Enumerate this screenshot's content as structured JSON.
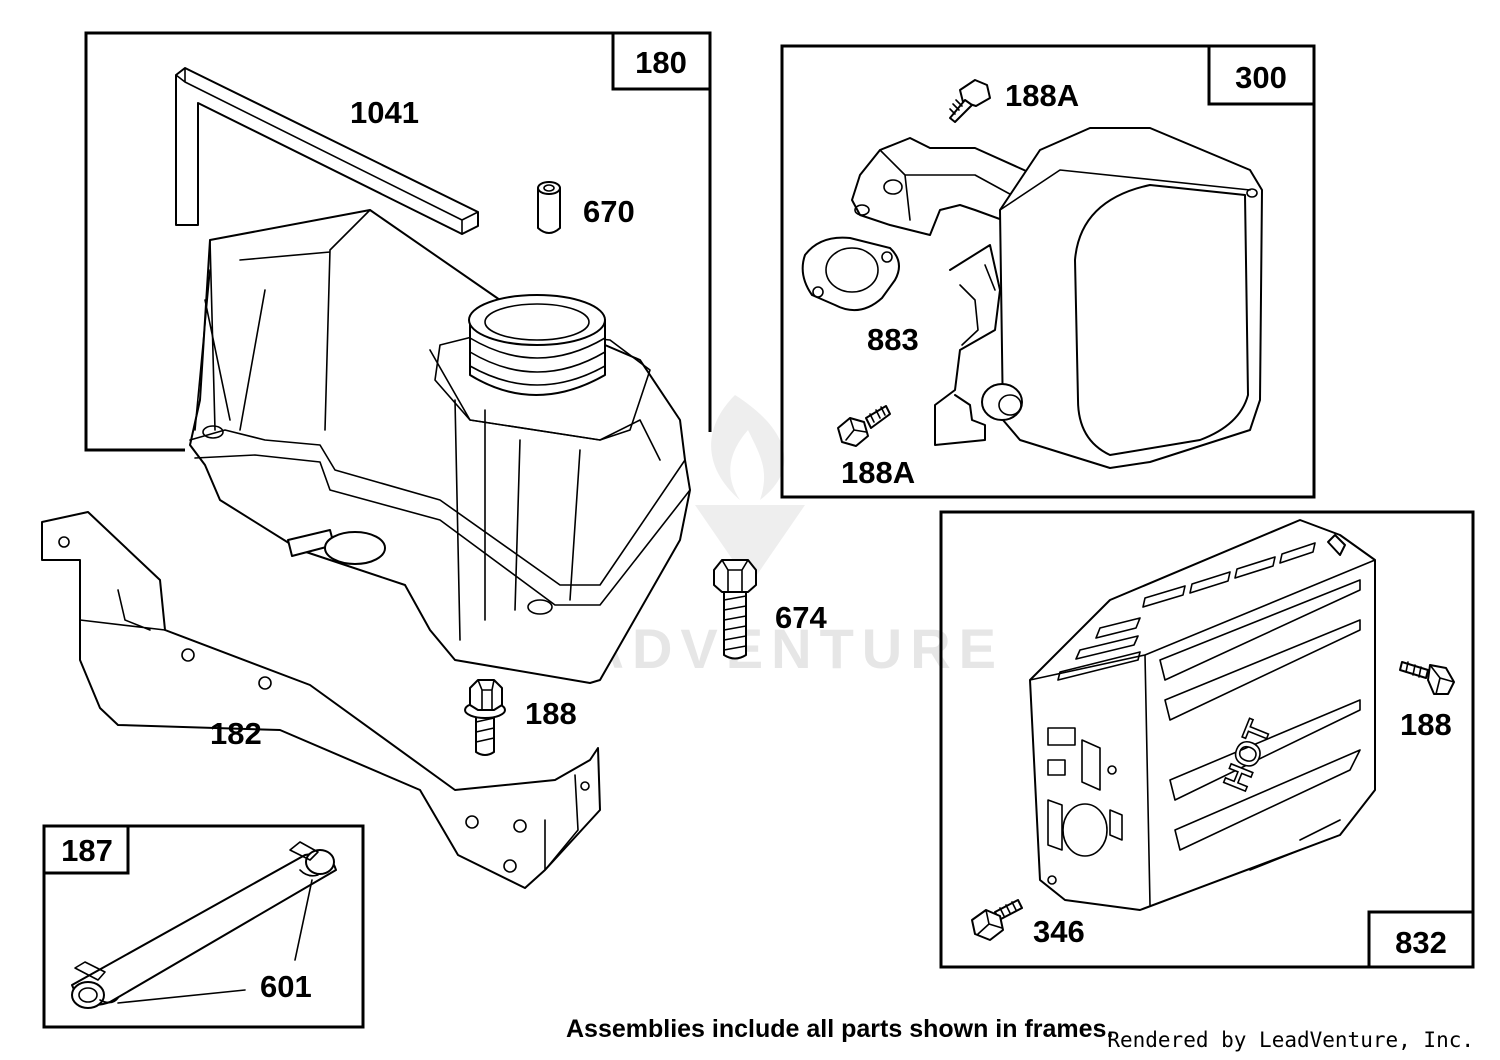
{
  "frames": [
    {
      "id": "180",
      "label": "180"
    },
    {
      "id": "300",
      "label": "300"
    },
    {
      "id": "187",
      "label": "187"
    },
    {
      "id": "832",
      "label": "832"
    }
  ],
  "callouts": {
    "p1041": "1041",
    "p670": "670",
    "p182": "182",
    "p674": "674",
    "p188_mid": "188",
    "p188a_top": "188A",
    "p883": "883",
    "p188a_bottom": "188A",
    "p188_right": "188",
    "p346": "346",
    "p601": "601"
  },
  "decal_text": "HOT",
  "watermark": "LEADVENTURE",
  "footer": {
    "note": "Assemblies include all parts shown in frames.",
    "credit": "Rendered by LeadVenture, Inc."
  }
}
